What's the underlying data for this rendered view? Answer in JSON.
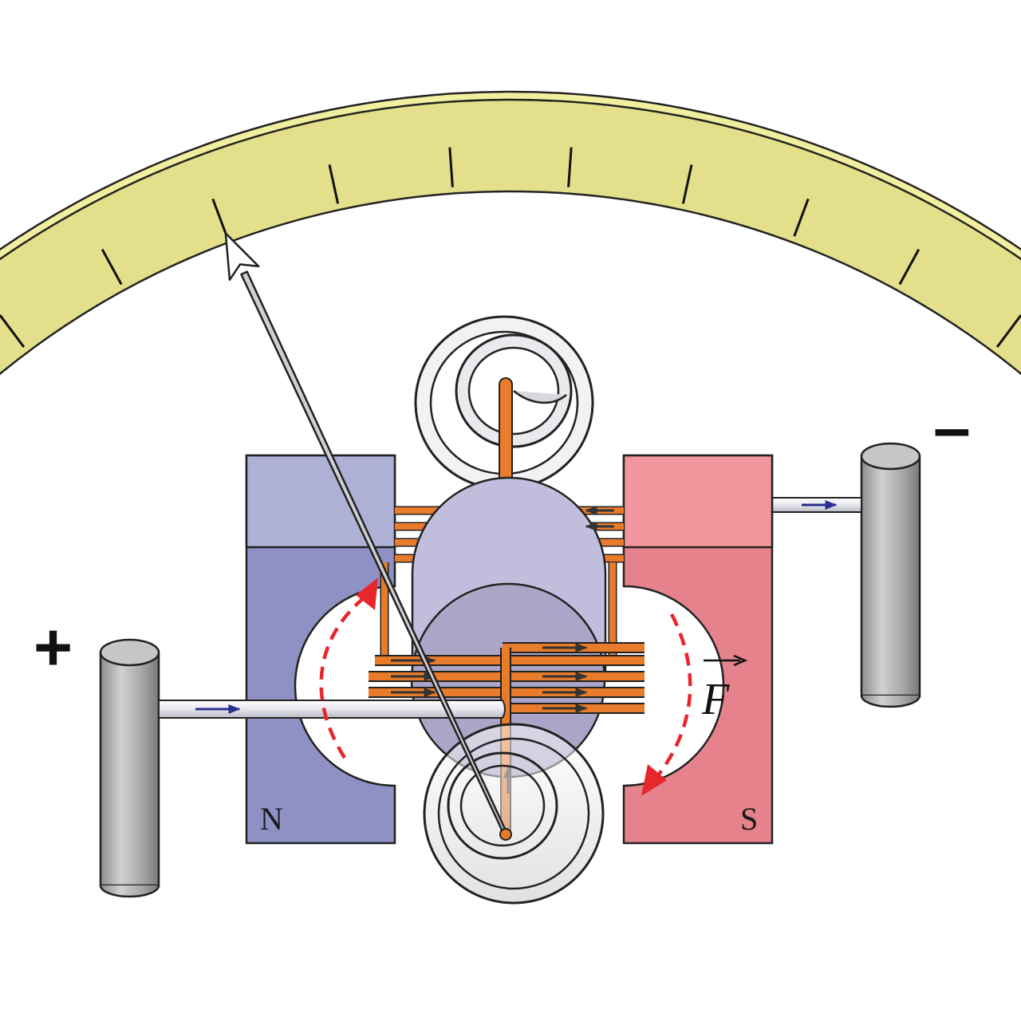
{
  "labels": {
    "north_pole": "N",
    "south_pole": "S",
    "positive_terminal": "+",
    "negative_terminal": "–",
    "force": "F"
  },
  "scale": {
    "tick_count": 12,
    "needle_tick_index": 3
  },
  "colors": {
    "scale_face": "#e3df8a",
    "scale_edge": "#f1ee9f",
    "north_magnet_top": "#aeb0d6",
    "north_magnet_body": "#8f91c4",
    "south_magnet_top": "#f1969c",
    "south_magnet_body": "#e5828b",
    "coil_wire": "#e87c2a",
    "core": "#c1bedd",
    "core_lower": "#aaa6c8",
    "terminal_gray": "#a8a6a8",
    "rotation_arrow": "#e8262e",
    "current_arrow": "#2b2f8f"
  }
}
